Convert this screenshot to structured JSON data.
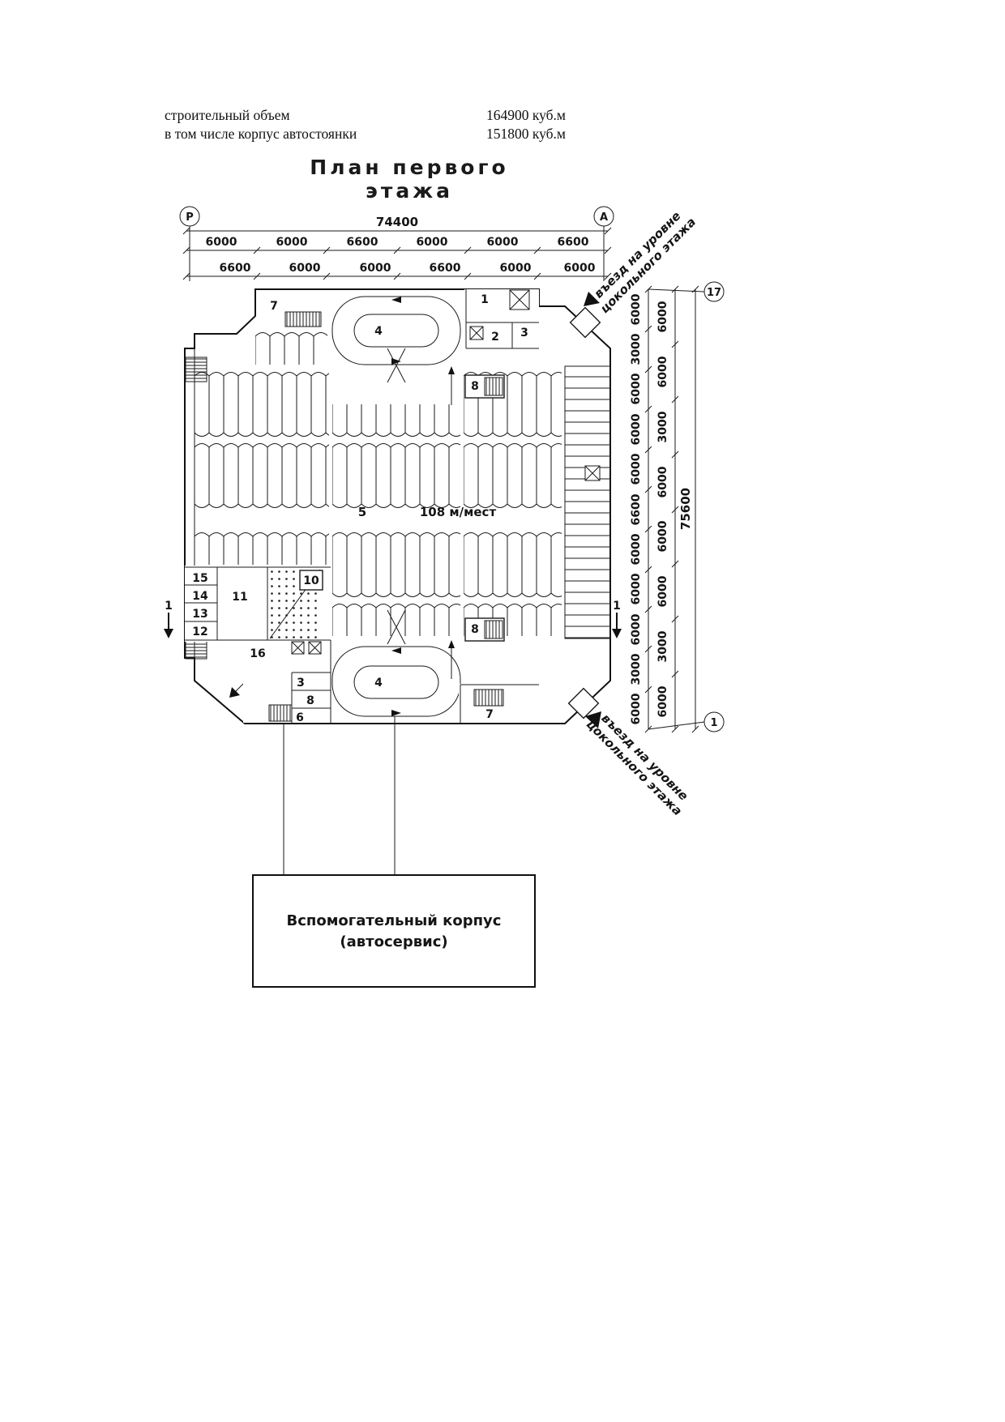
{
  "header": {
    "volume_label": "строительный объем",
    "volume_value": "164900 куб.м",
    "parking_label": "в том числе корпус автостоянки",
    "parking_value": "151800 куб.м"
  },
  "title": "План первого этажа",
  "axis_bubbles": {
    "left": "Р",
    "right": "А",
    "top_right": "17",
    "bottom_right": "1"
  },
  "dimensions": {
    "total_width": "74400",
    "total_height": "75600",
    "top_row1": [
      "6000",
      "6000",
      "6600",
      "6000",
      "6000",
      "6600"
    ],
    "top_row2": [
      "6600",
      "6000",
      "6000",
      "6600",
      "6000",
      "6000"
    ],
    "right_inner": [
      "6000",
      "3000",
      "6000",
      "6000",
      "6000",
      "6600",
      "6000",
      "6000",
      "6000",
      "3000",
      "6000"
    ],
    "right_outer": [
      "6000",
      "6000",
      "3000",
      "6000",
      "6000",
      "6000",
      "3000",
      "6000"
    ]
  },
  "entries": {
    "top": {
      "line1": "въезд на уровне",
      "line2": "цокольного этажа"
    },
    "bottom": {
      "line1": "въезд на уровне",
      "line2": "цокольного этажа"
    }
  },
  "plan_labels": {
    "r7_top": "7",
    "r1": "1",
    "r2": "2",
    "r3_top": "3",
    "r4_top": "4",
    "r8_upper": "8",
    "r5": "5",
    "capacity": "108 м/мест",
    "r10": "10",
    "r11": "11",
    "r12": "12",
    "r13": "13",
    "r14": "14",
    "r15": "15",
    "r16": "16",
    "r3_low": "3",
    "r8_left": "8",
    "r6": "6",
    "r4_low": "4",
    "r8_lower": "8",
    "r7_low": "7",
    "section_left": "1",
    "section_right": "1"
  },
  "aux_building": {
    "line1": "Вспомогательный корпус",
    "line2": "(автосервис)"
  }
}
